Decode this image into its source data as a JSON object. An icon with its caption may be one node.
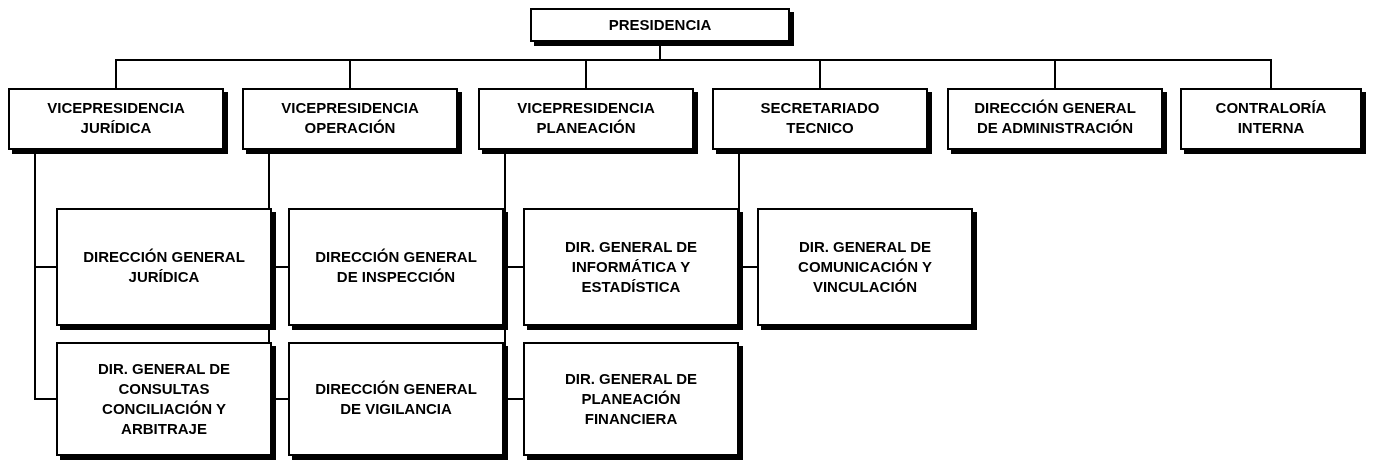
{
  "diagram": {
    "nodes": [
      {
        "text": [
          "PRESIDENCIA"
        ]
      },
      {
        "text": [
          "VICEPRESIDENCIA JURÍDICA"
        ]
      },
      {
        "text": [
          "VICEPRESIDENCIA OPERACIÓN"
        ]
      },
      {
        "text": [
          "VICEPRESIDENCIA PLANEACIÓN"
        ]
      },
      {
        "text": [
          "SECRETARIADO TECNICO"
        ]
      },
      {
        "text": [
          "DIRECCIÓN GENERAL DE ADMINISTRACIÓN"
        ]
      },
      {
        "text": [
          "CONTRALORÍA INTERNA"
        ]
      },
      {
        "text": [
          "DIRECCIÓN GENERAL JURÍDICA"
        ]
      },
      {
        "text": [
          "DIR. GENERAL DE CONSULTAS CONCILIACIÓN Y ARBITRAJE"
        ]
      },
      {
        "text": [
          "DIRECCIÓN GENERAL DE INSPECCIÓN"
        ]
      },
      {
        "text": [
          "DIRECCIÓN GENERAL DE VIGILANCIA"
        ]
      },
      {
        "text": [
          "DIR. GENERAL DE INFORMÁTICA Y ESTADÍSTICA"
        ]
      },
      {
        "text": [
          "DIR. GENERAL DE PLANEACIÓN FINANCIERA"
        ]
      },
      {
        "text": [
          "DIR. GENERAL DE COMUNICACIÓN Y VINCULACIÓN"
        ]
      }
    ],
    "edges": [
      {
        "from": 0,
        "to": 1,
        "arrow": "none"
      },
      {
        "from": 0,
        "to": 2,
        "arrow": "none"
      },
      {
        "from": 0,
        "to": 3,
        "arrow": "none"
      },
      {
        "from": 0,
        "to": 4,
        "arrow": "none"
      },
      {
        "from": 0,
        "to": 5,
        "arrow": "none"
      },
      {
        "from": 0,
        "to": 6,
        "arrow": "none"
      },
      {
        "from": 1,
        "to": 7,
        "arrow": "none"
      },
      {
        "from": 1,
        "to": 8,
        "arrow": "none"
      },
      {
        "from": 2,
        "to": 9,
        "arrow": "none"
      },
      {
        "from": 2,
        "to": 10,
        "arrow": "none"
      },
      {
        "from": 3,
        "to": 11,
        "arrow": "none"
      },
      {
        "from": 3,
        "to": 12,
        "arrow": "none"
      },
      {
        "from": 4,
        "to": 13,
        "arrow": "none"
      }
    ]
  }
}
